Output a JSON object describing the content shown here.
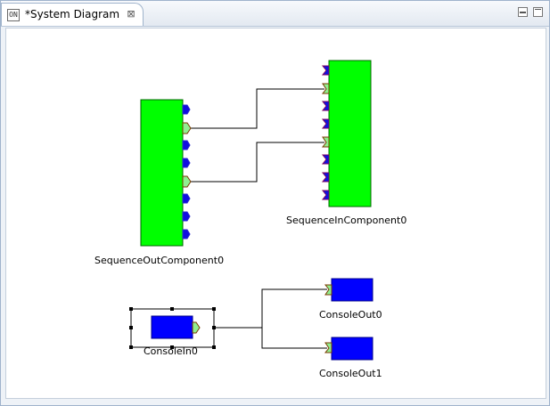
{
  "editor": {
    "tab_title": "*System Diagram",
    "tab_icon_text": "ON",
    "close_glyph": "⊠",
    "tab_icon_name": "diagram-icon"
  },
  "diagram": {
    "components": [
      {
        "name": "SequenceOutComponent0",
        "color": "#00ff00"
      },
      {
        "name": "SequenceInComponent0",
        "color": "#00ff00"
      },
      {
        "name": "ConsoleIn0",
        "color": "#0000ff",
        "selected": true
      },
      {
        "name": "ConsoleOut0",
        "color": "#0000ff"
      },
      {
        "name": "ConsoleOut1",
        "color": "#0000ff"
      }
    ],
    "port_colors": {
      "data_port": "#0000ff",
      "connected_port": "#90ee90",
      "port_outline": "#7a3a00"
    },
    "connection_color": "#000000"
  }
}
